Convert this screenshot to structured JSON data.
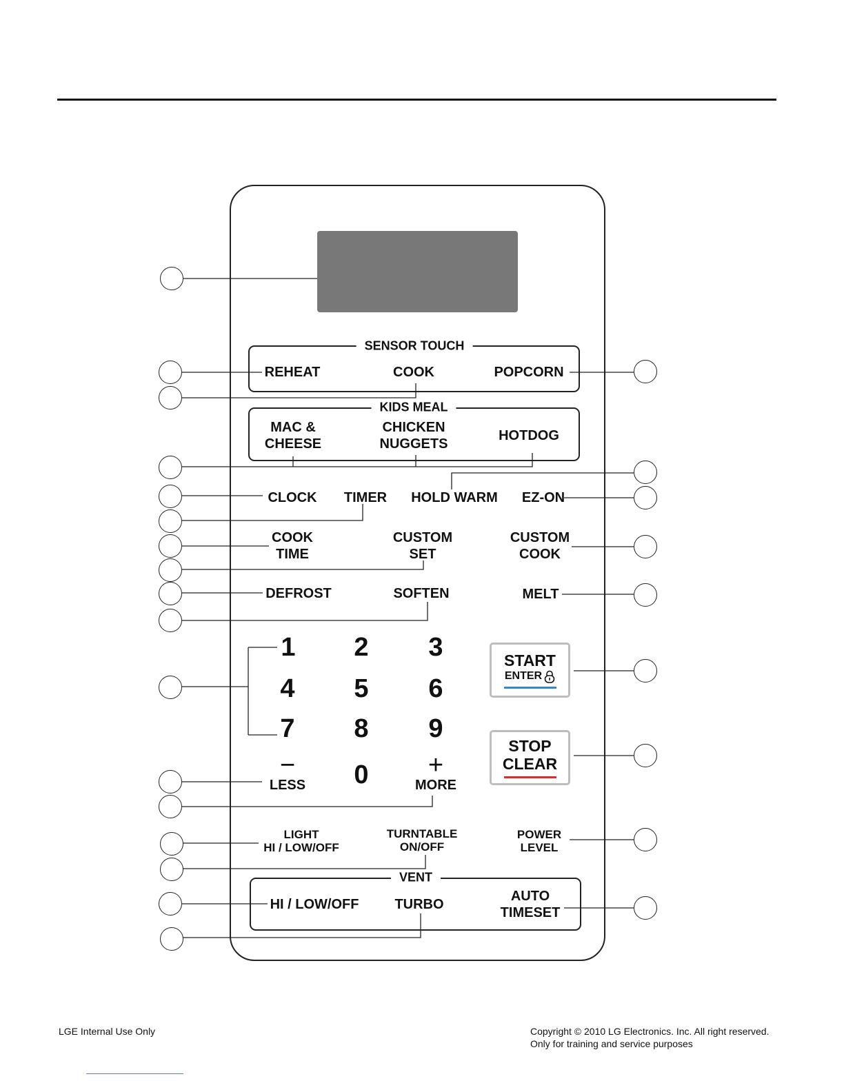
{
  "sensor_touch": {
    "title": "SENSOR TOUCH",
    "reheat": "REHEAT",
    "cook": "COOK",
    "popcorn": "POPCORN"
  },
  "kids_meal": {
    "title": "KIDS MEAL",
    "mac_line1": "MAC &",
    "mac_line2": "CHEESE",
    "chicken_line1": "CHICKEN",
    "chicken_line2": "NUGGETS",
    "hotdog": "HOTDOG"
  },
  "row_clock": {
    "clock": "CLOCK",
    "timer": "TIMER",
    "hold_warm": "HOLD WARM",
    "ez_on": "EZ-ON"
  },
  "row_cook": {
    "cook_time_line1": "COOK",
    "cook_time_line2": "TIME",
    "custom_set_line1": "CUSTOM",
    "custom_set_line2": "SET",
    "custom_cook_line1": "CUSTOM",
    "custom_cook_line2": "COOK"
  },
  "row_defrost": {
    "defrost": "DEFROST",
    "soften": "SOFTEN",
    "melt": "MELT"
  },
  "keypad": {
    "d1": "1",
    "d2": "2",
    "d3": "3",
    "d4": "4",
    "d5": "5",
    "d6": "6",
    "d7": "7",
    "d8": "8",
    "d9": "9",
    "d0": "0",
    "less_symbol": "−",
    "less": "LESS",
    "more_symbol": "+",
    "more": "MORE"
  },
  "start_button": {
    "line1": "START",
    "line2": "ENTER",
    "accent": "#3a86c8"
  },
  "stop_button": {
    "line1": "STOP",
    "line2": "CLEAR",
    "accent": "#d0312d"
  },
  "row_light": {
    "light_line1": "LIGHT",
    "light_line2": "HI / LOW/OFF",
    "turntable_line1": "TURNTABLE",
    "turntable_line2": "ON/OFF",
    "power_line1": "POWER",
    "power_line2": "LEVEL"
  },
  "vent": {
    "title": "VENT",
    "hi_low_off": "HI / LOW/OFF",
    "turbo": "TURBO",
    "auto_line1": "AUTO",
    "auto_line2": "TIMESET"
  },
  "footer": {
    "left": "LGE Internal Use Only",
    "right_line1": "Copyright © 2010 LG Electronics. Inc. All right reserved.",
    "right_line2": "Only for training and service purposes"
  },
  "icons": {
    "lock": "lock-icon"
  }
}
